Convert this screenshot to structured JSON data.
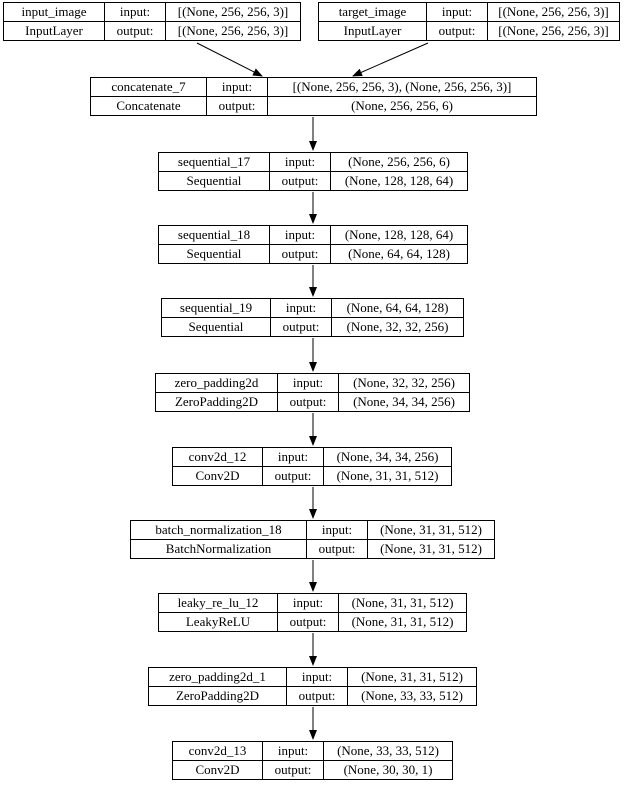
{
  "labels": {
    "input": "input:",
    "output": "output:"
  },
  "colors": {
    "border": "#000000",
    "background": "#ffffff",
    "text": "#000000"
  },
  "nodes": [
    {
      "name": "input_image",
      "type": "InputLayer",
      "input_shape": "[(None, 256, 256, 3)]",
      "output_shape": "[(None, 256, 256, 3)]"
    },
    {
      "name": "target_image",
      "type": "InputLayer",
      "input_shape": "[(None, 256, 256, 3)]",
      "output_shape": "[(None, 256, 256, 3)]"
    },
    {
      "name": "concatenate_7",
      "type": "Concatenate",
      "input_shape": "[(None, 256, 256, 3), (None, 256, 256, 3)]",
      "output_shape": "(None, 256, 256, 6)"
    },
    {
      "name": "sequential_17",
      "type": "Sequential",
      "input_shape": "(None, 256, 256, 6)",
      "output_shape": "(None, 128, 128, 64)"
    },
    {
      "name": "sequential_18",
      "type": "Sequential",
      "input_shape": "(None, 128, 128, 64)",
      "output_shape": "(None, 64, 64, 128)"
    },
    {
      "name": "sequential_19",
      "type": "Sequential",
      "input_shape": "(None, 64, 64, 128)",
      "output_shape": "(None, 32, 32, 256)"
    },
    {
      "name": "zero_padding2d",
      "type": "ZeroPadding2D",
      "input_shape": "(None, 32, 32, 256)",
      "output_shape": "(None, 34, 34, 256)"
    },
    {
      "name": "conv2d_12",
      "type": "Conv2D",
      "input_shape": "(None, 34, 34, 256)",
      "output_shape": "(None, 31, 31, 512)"
    },
    {
      "name": "batch_normalization_18",
      "type": "BatchNormalization",
      "input_shape": "(None, 31, 31, 512)",
      "output_shape": "(None, 31, 31, 512)"
    },
    {
      "name": "leaky_re_lu_12",
      "type": "LeakyReLU",
      "input_shape": "(None, 31, 31, 512)",
      "output_shape": "(None, 31, 31, 512)"
    },
    {
      "name": "zero_padding2d_1",
      "type": "ZeroPadding2D",
      "input_shape": "(None, 31, 31, 512)",
      "output_shape": "(None, 33, 33, 512)"
    },
    {
      "name": "conv2d_13",
      "type": "Conv2D",
      "input_shape": "(None, 33, 33, 512)",
      "output_shape": "(None, 30, 30, 1)"
    }
  ],
  "edges": [
    {
      "from": "input_image",
      "to": "concatenate_7"
    },
    {
      "from": "target_image",
      "to": "concatenate_7"
    },
    {
      "from": "concatenate_7",
      "to": "sequential_17"
    },
    {
      "from": "sequential_17",
      "to": "sequential_18"
    },
    {
      "from": "sequential_18",
      "to": "sequential_19"
    },
    {
      "from": "sequential_19",
      "to": "zero_padding2d"
    },
    {
      "from": "zero_padding2d",
      "to": "conv2d_12"
    },
    {
      "from": "conv2d_12",
      "to": "batch_normalization_18"
    },
    {
      "from": "batch_normalization_18",
      "to": "leaky_re_lu_12"
    },
    {
      "from": "leaky_re_lu_12",
      "to": "zero_padding2d_1"
    },
    {
      "from": "zero_padding2d_1",
      "to": "conv2d_13"
    }
  ]
}
